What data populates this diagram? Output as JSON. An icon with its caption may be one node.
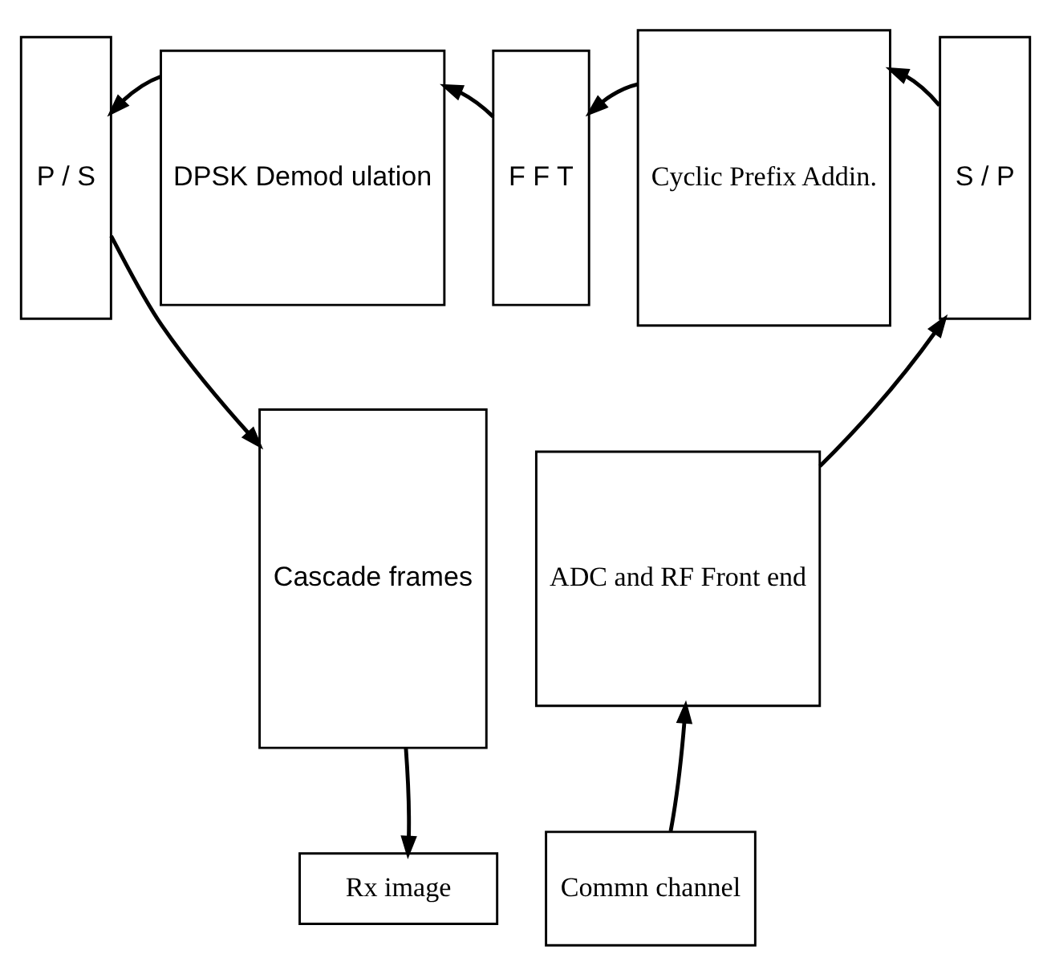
{
  "diagram": {
    "nodes": [
      {
        "text": [
          "P / S"
        ]
      },
      {
        "text": [
          "DPSK Demod ulation"
        ]
      },
      {
        "text": [
          "F F T"
        ]
      },
      {
        "text": [
          "Cyclic Prefix Addin."
        ]
      },
      {
        "text": [
          "S / P"
        ]
      },
      {
        "text": [
          "Cascade frames"
        ]
      },
      {
        "text": [
          "ADC and RF Front end"
        ]
      },
      {
        "text": [
          "Rx image"
        ]
      },
      {
        "text": [
          "Commn channel"
        ]
      }
    ],
    "edges": [
      {
        "from": 8,
        "to": 6,
        "arrow": "to"
      },
      {
        "from": 6,
        "to": 4,
        "arrow": "to"
      },
      {
        "from": 4,
        "to": 3,
        "arrow": "to"
      },
      {
        "from": 3,
        "to": 2,
        "arrow": "to"
      },
      {
        "from": 2,
        "to": 1,
        "arrow": "to"
      },
      {
        "from": 1,
        "to": 0,
        "arrow": "to"
      },
      {
        "from": 0,
        "to": 5,
        "arrow": "to"
      },
      {
        "from": 5,
        "to": 7,
        "arrow": "to"
      }
    ]
  }
}
